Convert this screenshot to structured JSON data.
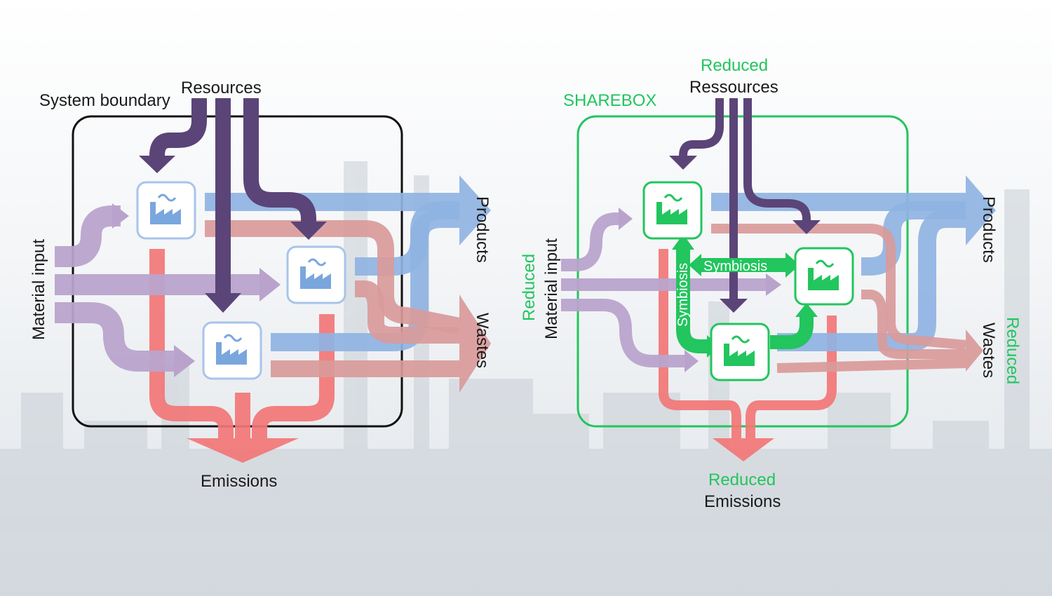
{
  "colors": {
    "resource": "#5b4478",
    "material": "#b9a3cc",
    "product": "#8fb3e2",
    "waste": "#d99a9a",
    "emission": "#f27676",
    "green": "#22c55e",
    "boundary_dark": "#111111",
    "factory_left_stroke": "#a8c4ea",
    "factory_left_icon": "#7aa6de",
    "factory_right_icon": "#22c55e"
  },
  "left": {
    "boundary_label": "System boundary",
    "resources_label": "Resources",
    "material_label": "Material input",
    "products_label": "Products",
    "wastes_label": "Wastes",
    "emissions_label": "Emissions"
  },
  "right": {
    "boundary_label": "SHAREBOX",
    "resources_reduced": "Reduced",
    "resources_label": "Ressources",
    "material_reduced": "Reduced",
    "material_label": "Material input",
    "products_label": "Products",
    "wastes_label": "Wastes",
    "wastes_reduced": "Reduced",
    "emissions_reduced": "Reduced",
    "emissions_label": "Emissions",
    "symbiosis_h": "Symbiosis",
    "symbiosis_v": "Symbiosis"
  },
  "icons": {
    "factory": "factory-icon"
  }
}
